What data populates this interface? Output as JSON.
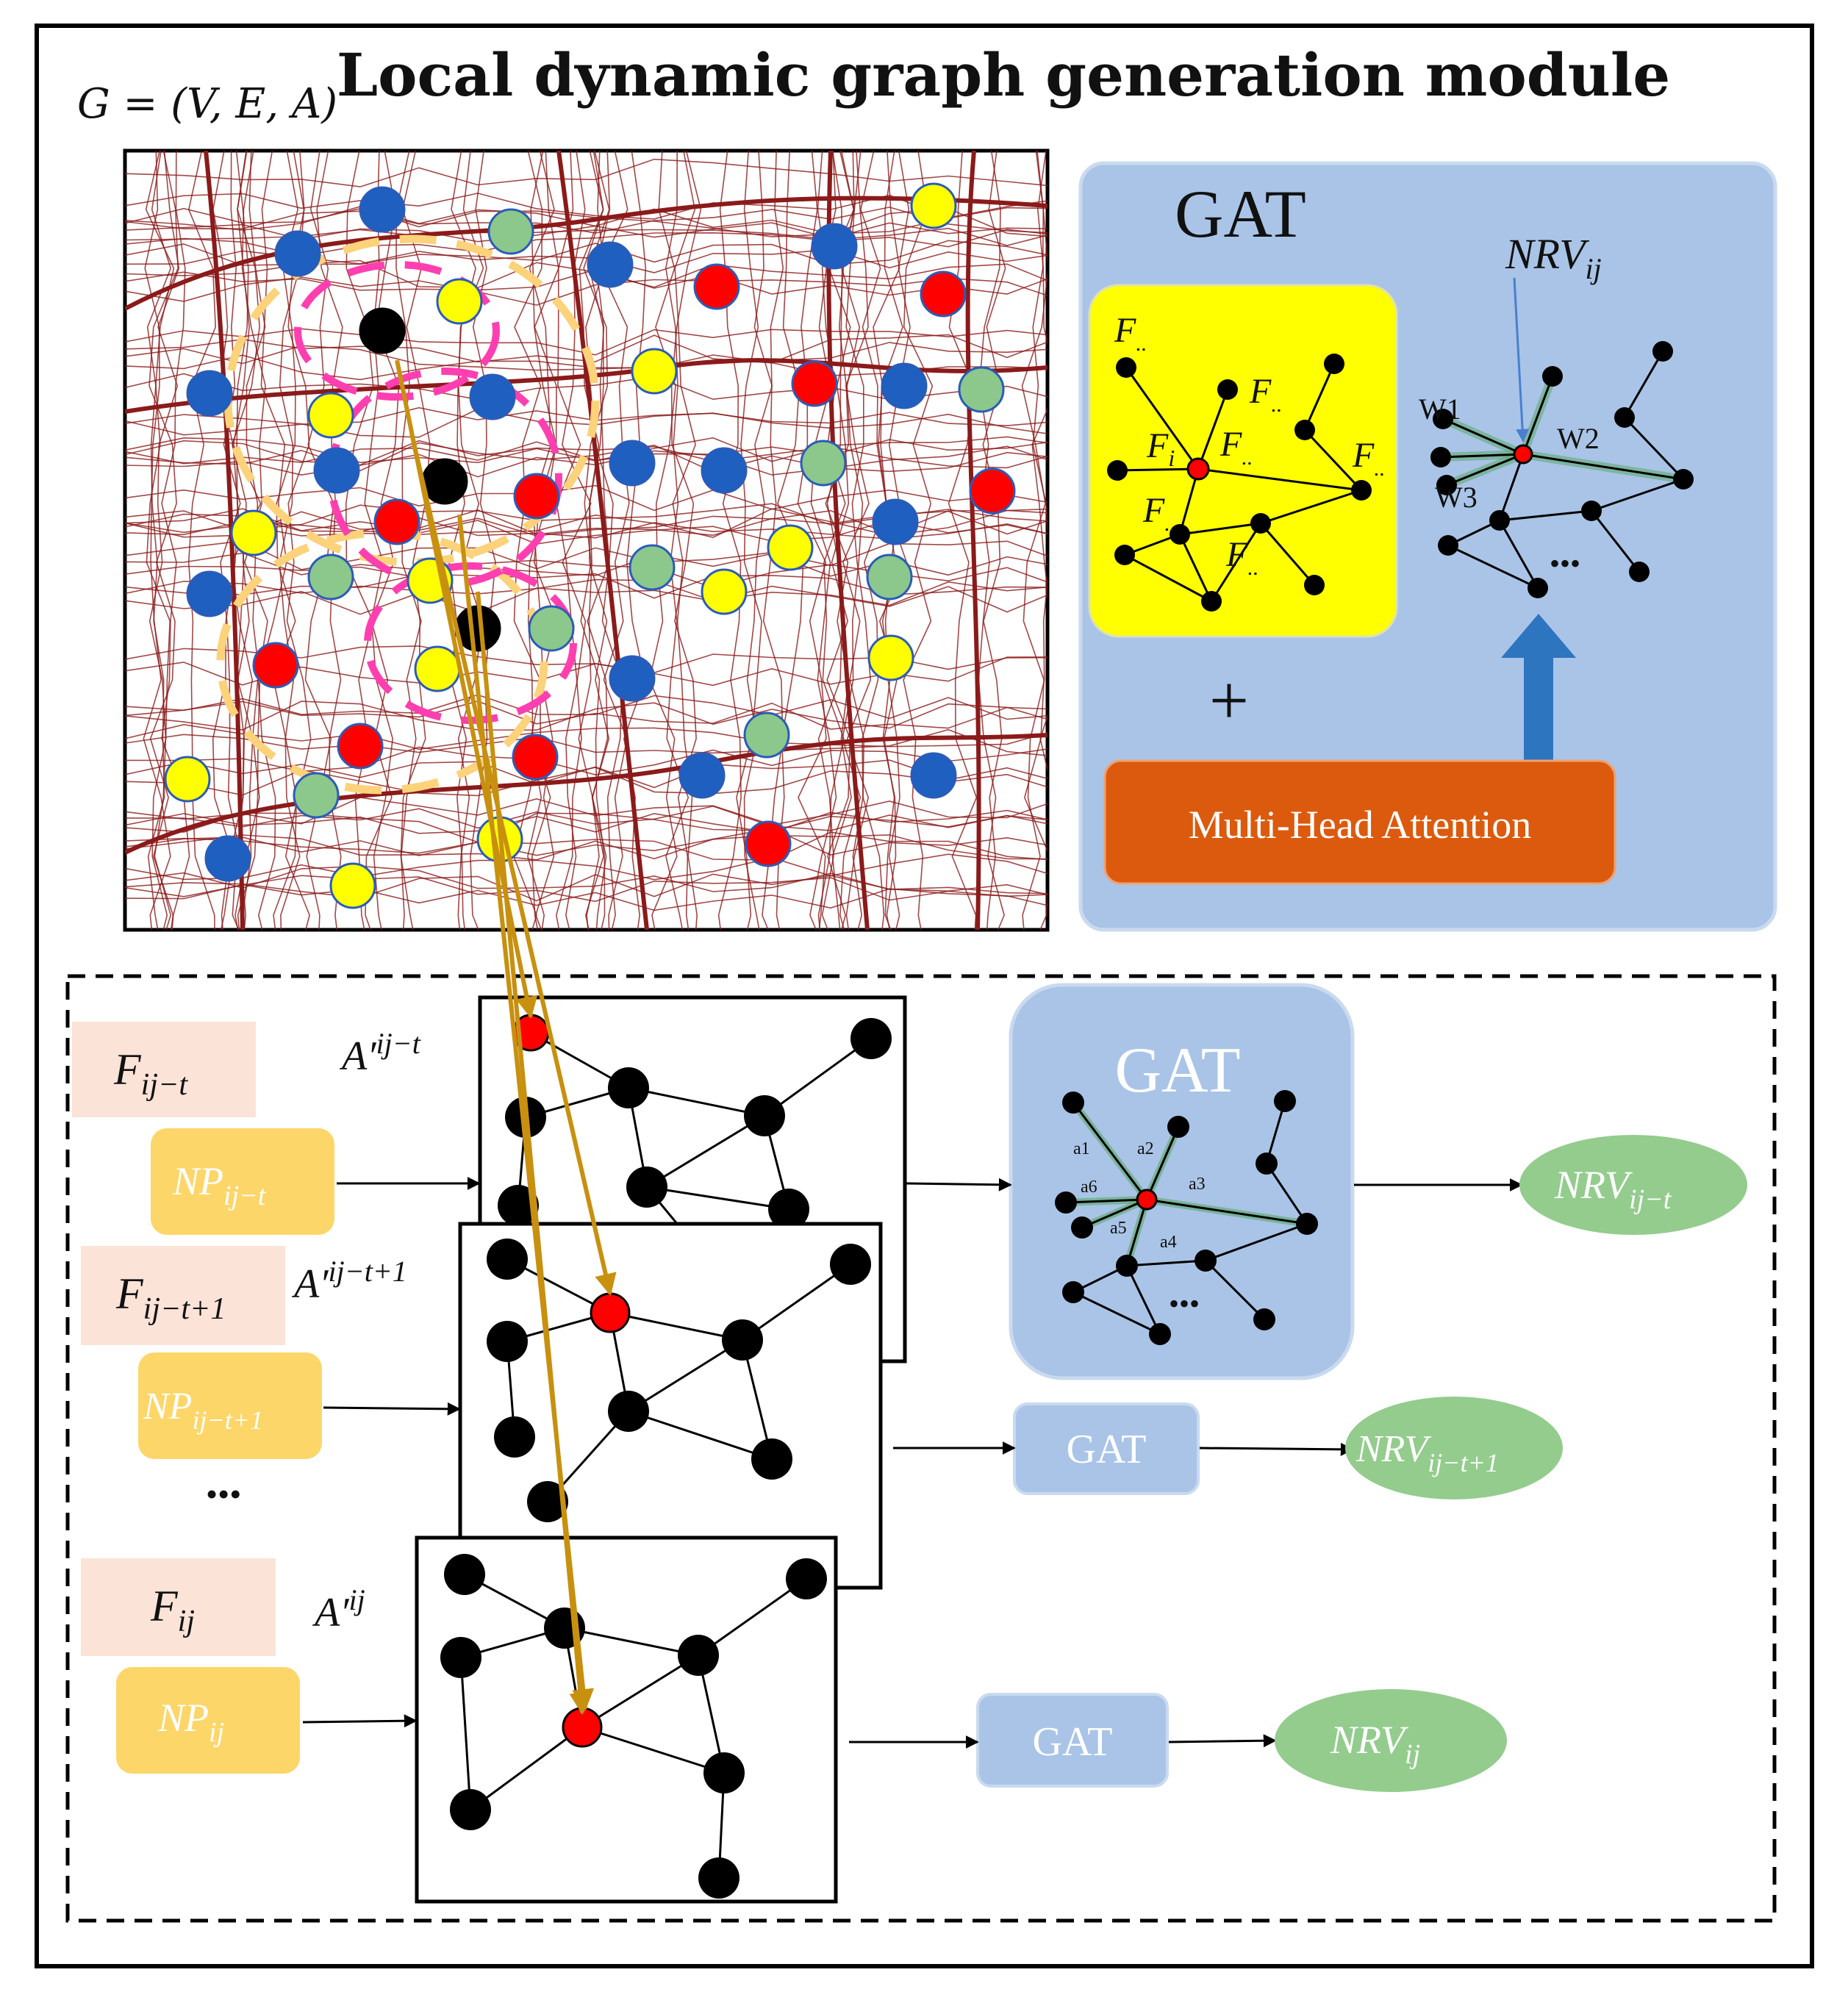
{
  "title": "Local dynamic graph generation module",
  "graph_formula": "G = (V, E, A)",
  "gat_panel": {
    "label": "GAT",
    "nrv_label": "NRV",
    "nrv_sub": "ij",
    "feature_symbol": "F",
    "feature_sub_center": "i",
    "feature_sub_other": "..",
    "weights": [
      "W1",
      "W2",
      "W3"
    ],
    "ellipsis": "•••",
    "plus": "+",
    "attention_label": "Multi-Head Attention"
  },
  "colors": {
    "gat_blue": "#a9c4e6",
    "yellow_box": "#ffff00",
    "attention_orange": "#dc5a0e",
    "np_yellow": "#fdd66a",
    "f_pink": "#fbe3d8",
    "nrv_green": "#93cc8d",
    "arrow_gold": "#c8900f",
    "road": "#8b1a1a",
    "node_blue": "#1f5fbf",
    "node_red": "#ff0000",
    "node_green": "#8cc78c",
    "node_yellow": "#ffff00",
    "ring_orange": "#fcd27a",
    "ring_pink": "#ff3fb0"
  },
  "rows": [
    {
      "f_sym": "F",
      "f_sub": "ij−t",
      "np_sym": "NP",
      "np_sub": "ij−t",
      "a_sym": "A′",
      "a_sup": "ij−t",
      "gat": "GAT",
      "nrv_sym": "NRV",
      "nrv_sub": "ij−t"
    },
    {
      "f_sym": "F",
      "f_sub": "ij−t+1",
      "np_sym": "NP",
      "np_sub": "ij−t+1",
      "a_sym": "A′",
      "a_sup": "ij−t+1",
      "gat": "GAT",
      "nrv_sym": "NRV",
      "nrv_sub": "ij−t+1"
    },
    {
      "f_sym": "F",
      "f_sub": "ij",
      "np_sym": "NP",
      "np_sub": "ij",
      "a_sym": "A′",
      "a_sup": "ij",
      "gat": "GAT",
      "nrv_sym": "NRV",
      "nrv_sub": "ij"
    }
  ],
  "row_ellipsis": "•••",
  "big_gat": {
    "label": "GAT",
    "edge_labels": [
      "a1",
      "a2",
      "a3",
      "a4",
      "a5",
      "a6"
    ],
    "ellipsis": "•••"
  }
}
